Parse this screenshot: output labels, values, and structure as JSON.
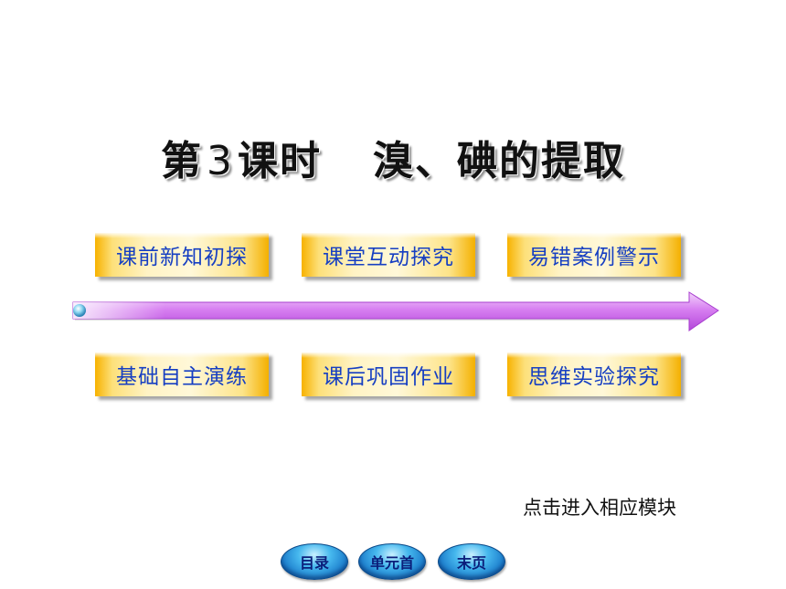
{
  "title": {
    "prefix": "第",
    "number": "3",
    "suffix": "课时",
    "topic": "溴、碘的提取"
  },
  "menu": {
    "top": [
      "课前新知初探",
      "课堂互动探究",
      "易错案例警示"
    ],
    "bottom": [
      "基础自主演练",
      "课后巩固作业",
      "思维实验探究"
    ]
  },
  "hint": "点击进入相应模块",
  "nav": {
    "toc": "目录",
    "unit_home": "单元首",
    "last_page": "末页"
  },
  "colors": {
    "button_gold": "#f7b200",
    "button_text": "#163fc2",
    "arrow_purple": "#c25be8",
    "nav_blue": "#1776c8"
  }
}
